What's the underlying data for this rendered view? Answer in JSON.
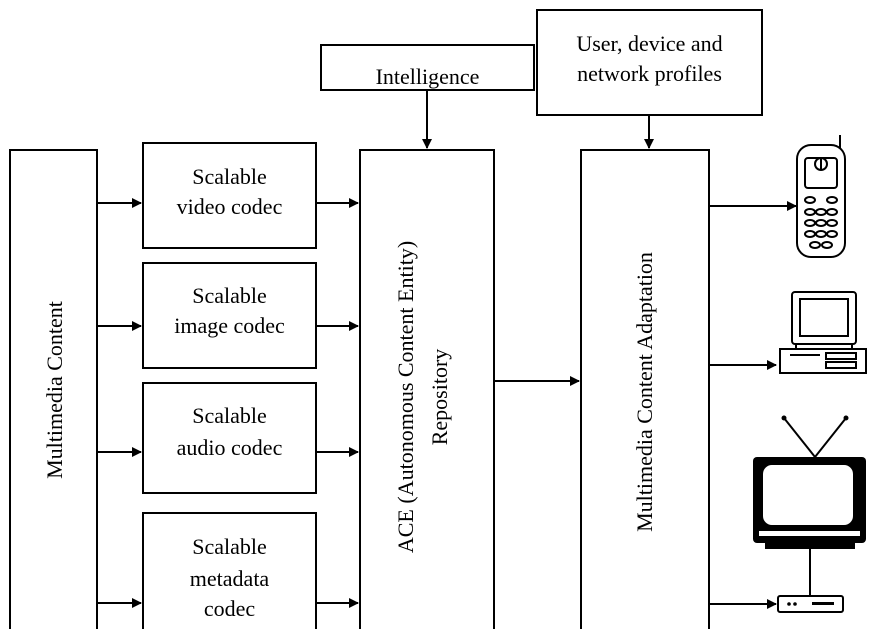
{
  "diagram": {
    "multimedia_content": "Multimedia Content",
    "codecs": [
      {
        "line1": "Scalable",
        "line2": "video codec",
        "line3": ""
      },
      {
        "line1": "Scalable",
        "line2": "image codec",
        "line3": ""
      },
      {
        "line1": "Scalable",
        "line2": "audio codec",
        "line3": ""
      },
      {
        "line1": "Scalable",
        "line2": "metadata",
        "line3": "codec"
      }
    ],
    "intelligence": "Intelligence",
    "ace": {
      "line1": "ACE (Autonomous Content Entity)",
      "line2": "Repository"
    },
    "profiles": {
      "line1": "User, device and",
      "line2": "network profiles"
    },
    "adaptation": "Multimedia Content Adaptation",
    "devices": [
      "mobile-phone-icon",
      "desktop-computer-icon",
      "television-icon"
    ]
  }
}
